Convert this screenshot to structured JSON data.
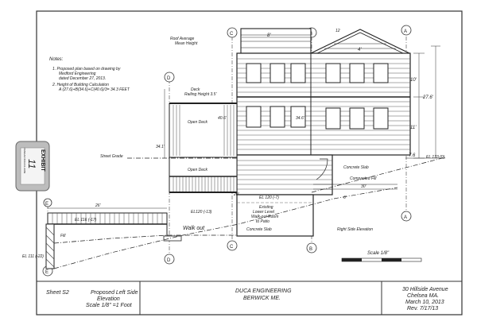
{
  "notes": {
    "heading": "Notes:",
    "item1_a": "1. Proposed plan based on drawing by",
    "item1_b": "Medford Engineering",
    "item1_c": "dated December 27, 2013.",
    "item2_a": "2. Height of Building Calculation",
    "item2_b": "A (27.6)+B(34.6)+C(40.6)/3= 34.3 FEET"
  },
  "exhibit": {
    "label": "EXHIBIT",
    "stamp_text": "PENGAD 800-631-6989",
    "signature": "11"
  },
  "labels": {
    "roof_average": "Roof Average",
    "mean_height": "Mean Height",
    "deck_railing": "Deck",
    "deck_railing_height": "Railing Height 3.5'",
    "open_deck_upper": "Open Deck",
    "open_deck_lower": "Open Deck",
    "street_grade": "Street Grade",
    "concrete_slab_right": "Concrete Slab",
    "compacted_fill": "Compacted Fill",
    "existing_lower_1": "Existing",
    "existing_lower_2": "Lower Level",
    "existing_lower_3": "Walk-out Room",
    "existing_lower_4": "to Patio",
    "walk_out": "Walk out",
    "concrete_slab_bottom": "Concrete Slab",
    "fill": "Fill",
    "right_side_elevation": "Right Side Elevation",
    "scale_label": "Scale 1/8\""
  },
  "dimensions": {
    "d_8": "8'",
    "d_12": "12",
    "d_4": "4'",
    "d_10": "10'",
    "d_27_6": "27.6'",
    "d_11": "11'",
    "d_7_6": "7.6",
    "d_40_6": "40.6'",
    "d_34_6": "34.6'",
    "d_34_1": "34.1'",
    "d_26": "26'",
    "d_20": "20'",
    "d_30": "30'",
    "d_6": "6'"
  },
  "elevations": {
    "el133": "EL 133 (0)",
    "el120_7": "EL 120 (-7)",
    "el120_13": "EL120 (-13)",
    "el116": "EL 116 (-17)",
    "el111": "EL 111 (-22)"
  },
  "grid_markers": {
    "a": "A",
    "b": "B",
    "c": "C",
    "d": "D",
    "e": "E"
  },
  "title_block": {
    "sheet": "Sheet S2",
    "proposed_1": "Proposed Left Side",
    "proposed_2": "Elevation",
    "proposed_3": "Scale 1/8\" =1 Foot",
    "company": "DUCA ENGINEERING",
    "town": "BERWICK ME.",
    "addr_1": "30 Hillside Avenue",
    "addr_2": "Chelsea MA.",
    "addr_3": "March 10, 2013",
    "addr_4": "Rev. 7/17/13"
  }
}
